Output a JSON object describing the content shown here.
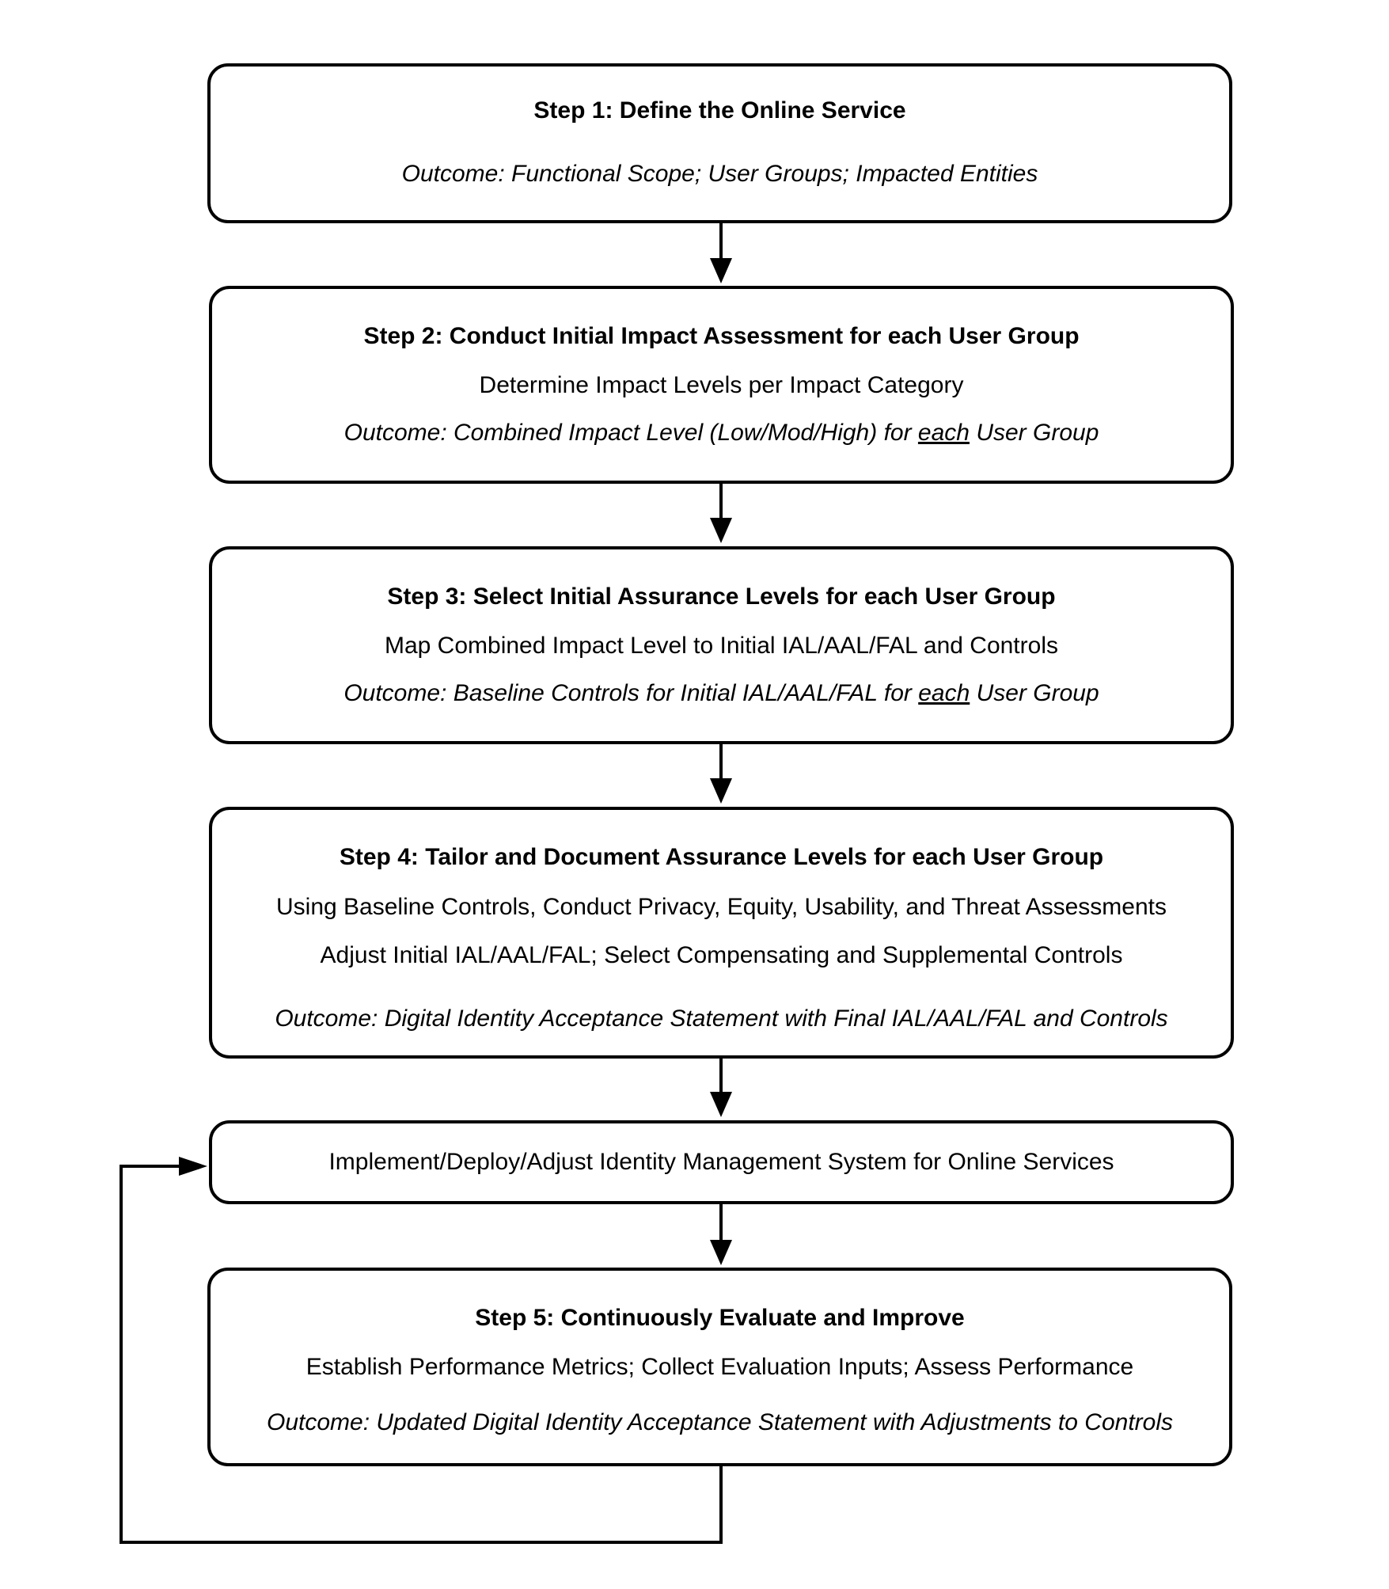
{
  "steps": [
    {
      "title": "Step 1: Define the Online Service",
      "outcome": "Outcome: Functional Scope; User Groups; Impacted Entities"
    },
    {
      "title": "Step 2: Conduct Initial Impact Assessment for each User Group",
      "activity": "Determine Impact Levels per Impact Category",
      "outcome_pre": "Outcome: Combined Impact Level (Low/Mod/High) for ",
      "outcome_emph": "each",
      "outcome_post": " User Group"
    },
    {
      "title": "Step 3: Select Initial Assurance Levels for each User Group",
      "activity": "Map Combined Impact Level to Initial IAL/AAL/FAL and Controls",
      "outcome_pre": "Outcome: Baseline Controls for Initial IAL/AAL/FAL for ",
      "outcome_emph": "each",
      "outcome_post": " User Group"
    },
    {
      "title": "Step 4: Tailor and Document Assurance Levels for each User Group",
      "activity_1": "Using Baseline Controls, Conduct Privacy, Equity, Usability, and Threat Assessments",
      "activity_2": "Adjust Initial IAL/AAL/FAL; Select Compensating and Supplemental Controls",
      "outcome": "Outcome: Digital Identity Acceptance Statement with Final IAL/AAL/FAL and Controls"
    },
    {
      "activity": "Implement/Deploy/Adjust Identity Management System for Online Services"
    },
    {
      "title": "Step 5: Continuously Evaluate and Improve",
      "activity": "Establish Performance Metrics; Collect Evaluation Inputs; Assess Performance",
      "outcome": "Outcome: Updated Digital Identity Acceptance Statement with Adjustments to Controls"
    }
  ]
}
